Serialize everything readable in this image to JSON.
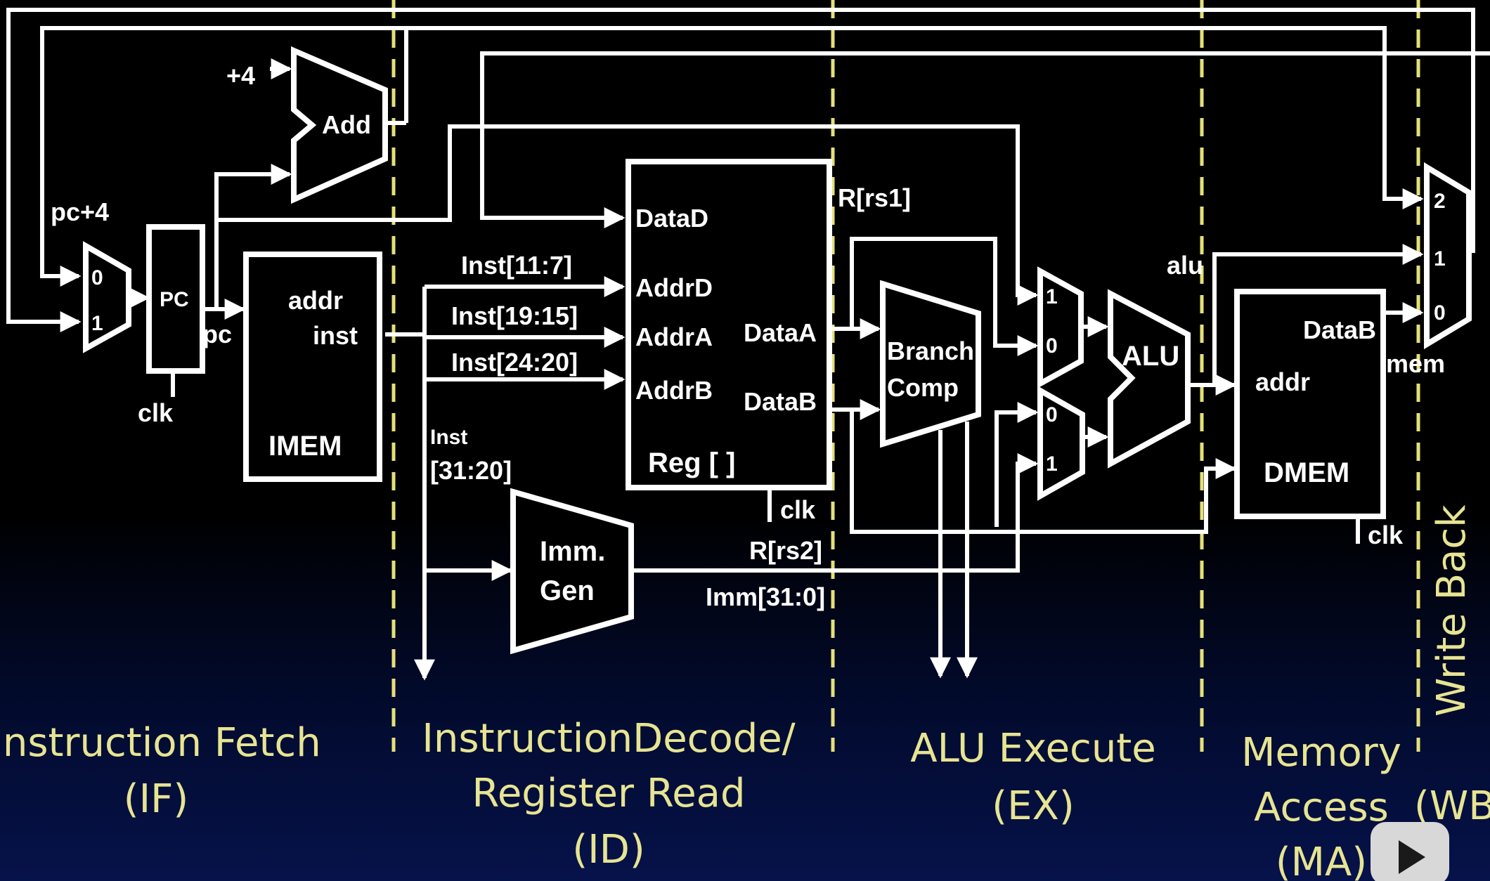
{
  "colors": {
    "background": "#000000",
    "wire": "#ffffff",
    "stage_label": "#e7e493",
    "divider": "#e4e07a"
  },
  "labels": {
    "plus4": "+4",
    "add": "Add",
    "pc4": "pc+4",
    "pc": "PC",
    "pc_out": "pc",
    "clk": "clk",
    "mux_pc_0": "0",
    "mux_pc_1": "1",
    "imem_addr": "addr",
    "imem_inst": "inst",
    "imem": "IMEM",
    "inst_11_7": "Inst[11:7]",
    "inst_19_15": "Inst[19:15]",
    "inst_24_20": "Inst[24:20]",
    "inst_31_20_a": "Inst",
    "inst_31_20_b": "[31:20]",
    "datad": "DataD",
    "addrd": "AddrD",
    "addra": "AddrA",
    "addrb": "AddrB",
    "dataa": "DataA",
    "datab": "DataB",
    "reg": "Reg [ ]",
    "imm_a": "Imm.",
    "imm_b": "Gen",
    "rrs1": "R[rs1]",
    "rrs2": "R[rs2]",
    "imm31": "Imm[31:0]",
    "branch_a": "Branch",
    "branch_b": "Comp",
    "alu": "ALU",
    "mux_a_1": "1",
    "mux_a_0": "0",
    "mux_b_0": "0",
    "mux_b_1": "1",
    "alu_wire": "alu",
    "dmem_datab": "DataB",
    "dmem_addr": "addr",
    "dmem": "DMEM",
    "mem": "mem",
    "wb_2": "2",
    "wb_1": "1",
    "wb_0": "0"
  },
  "stages": {
    "if_line1": "Instruction Fetch",
    "if_line2": "(IF)",
    "id_line1": "InstructionDecode/",
    "id_line2": "Register Read",
    "id_line3": "(ID)",
    "ex_line1": "ALU Execute",
    "ex_line2": "(EX)",
    "ma_line1": "Memory",
    "ma_line2": "Access",
    "ma_line3": "(MA)",
    "wb_line1": "Write Back",
    "wb_line2": "(WB"
  }
}
